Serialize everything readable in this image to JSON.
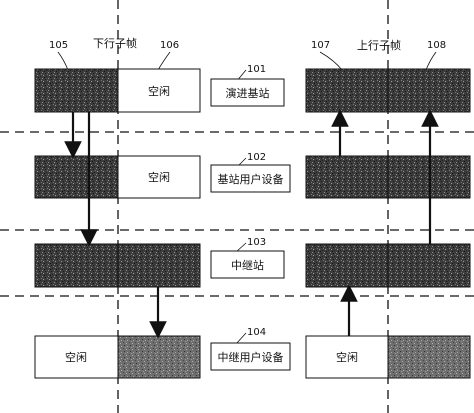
{
  "labels": {
    "downlink_subframe": "下行子帧",
    "uplink_subframe": "上行子帧",
    "idle": "空闲"
  },
  "refs": {
    "r101": "101",
    "r102": "102",
    "r103": "103",
    "r104": "104",
    "r105": "105",
    "r106": "106",
    "r107": "107",
    "r108": "108"
  },
  "nodes": {
    "enb": "演进基站",
    "bs_ue": "基站用户设备",
    "relay": "中继站",
    "relay_ue": "中继用户设备"
  },
  "colors": {
    "line": "#111111",
    "fill_dark": "#3a3a3a",
    "fill_light": "#7a7a7a"
  }
}
